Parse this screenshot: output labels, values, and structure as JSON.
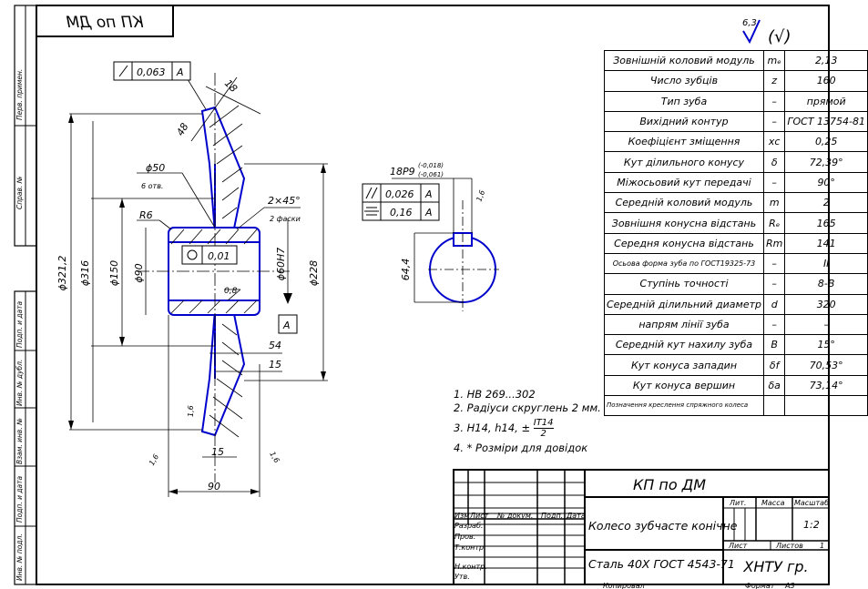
{
  "header": {
    "code_mirrored": "КП по ДМ"
  },
  "roughness": {
    "value": "6,3",
    "general": "(√)"
  },
  "parameters": [
    {
      "name": "Зовнішній коловий модуль",
      "symbol": "mₑ",
      "value": "2,13"
    },
    {
      "name": "Число зубців",
      "symbol": "z",
      "value": "160"
    },
    {
      "name": "Тип зуба",
      "symbol": "–",
      "value": "прямой"
    },
    {
      "name": "Вихідний контур",
      "symbol": "–",
      "value": "ГОСТ 13754-81"
    },
    {
      "name": "Коефіцієнт зміщення",
      "symbol": "xc",
      "value": "0,25"
    },
    {
      "name": "Кут ділильного конусу",
      "symbol": "δ",
      "value": "72,39°"
    },
    {
      "name": "Міжосьовий кут передачі",
      "symbol": "–",
      "value": "90°"
    },
    {
      "name": "Середній коловий модуль",
      "symbol": "m",
      "value": "2"
    },
    {
      "name": "Зовнішня конусна відстань",
      "symbol": "Rₑ",
      "value": "165"
    },
    {
      "name": "Середня конусна відстань",
      "symbol": "Rm",
      "value": "141"
    },
    {
      "name": "Осьова форма зуба по ГОСТ19325-73",
      "symbol": "–",
      "value": "II"
    },
    {
      "name": "Ступінь точності",
      "symbol": "–",
      "value": "8-B"
    },
    {
      "name": "Середній ділильний диаметр",
      "symbol": "d",
      "value": "320"
    },
    {
      "name": "напрям лінії зуба",
      "symbol": "–",
      "value": "–"
    },
    {
      "name": "Середній кут нахилу зуба",
      "symbol": "B",
      "value": "15°"
    },
    {
      "name": "Кут конуса западин",
      "symbol": "δf",
      "value": "70,53°"
    },
    {
      "name": "Кут конуса вершин",
      "symbol": "δa",
      "value": "73,14°"
    },
    {
      "name": "Позначення креслення спряжного колеса",
      "symbol": "",
      "value": ""
    }
  ],
  "notes": {
    "n1": "1. HB 269...302",
    "n2": "2. Радіуси скруглень 2 мм.",
    "n3a": "3. H14, h14, ±",
    "n3num": "IT14",
    "n3den": "2",
    "n4": "4.  * Розміри для довідок"
  },
  "dims": {
    "tol_runout": "0,063",
    "base_a": "A",
    "d18": "18",
    "d48": "48",
    "phi50": "ϕ50",
    "holes6": "6 отв.",
    "r6": "R6",
    "chamfer": "2×45°",
    "chamfer2": "2 фаски",
    "phi3212": "ϕ321,2",
    "phi316": "ϕ316",
    "phi150": "ϕ150",
    "phi90": "ϕ90",
    "cyl": "0,01",
    "rough08": "0,8",
    "phi60": "ϕ60H7",
    "phi228": "ϕ228",
    "d54": "54",
    "d15a": "15",
    "d15b": "15",
    "d90": "90",
    "r16a": "1,6",
    "r16b": "1,6",
    "r16c": "1,6",
    "key": "18P9",
    "key_up": "(-0,018)",
    "key_dn": "(-0,061)",
    "par": "0,026",
    "sym": "0,16",
    "r16key": "1,6",
    "d644": "64,4",
    "base_a2": "A",
    "base_a3": "A",
    "base_a4": "A"
  },
  "title_block": {
    "doc_code": "КП по ДМ",
    "part_name": "Колесо зубчасте конічне",
    "material": "Сталь 40Х ГОСТ 4543-71",
    "org": "ХНТУ гр.",
    "lit": "Лит.",
    "mass": "Масса",
    "scale": "Масштаб",
    "scale_val": "1:2",
    "sheet": "Лист",
    "sheets": "Листов",
    "sheets_val": "1",
    "rows": [
      "Изм",
      "Лист",
      "№ докум.",
      "Подп.",
      "Дата"
    ],
    "roles": [
      "Разраб.",
      "Пров.",
      "Т.контр.",
      "",
      "Н.контр.",
      "Утв."
    ],
    "copied": "Копировал",
    "format": "Формат",
    "format_val": "A3"
  },
  "side_strip": [
    "Перв. примен.",
    "Справ. №",
    "Подп. и дата",
    "Инв. № дубл.",
    "Взам. инв. №",
    "Подп. и дата",
    "Инв. № подл."
  ]
}
